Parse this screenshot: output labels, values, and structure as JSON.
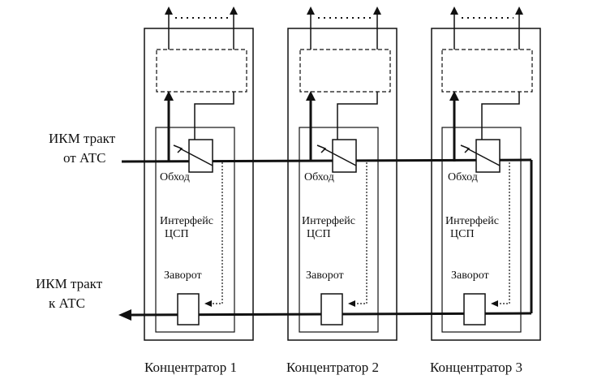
{
  "left_labels": {
    "incoming": [
      "ИКМ тракт",
      "от АТС"
    ],
    "outgoing": [
      "ИКМ тракт",
      "к АТС"
    ]
  },
  "concentrators": [
    {
      "name": "Концентратор 1",
      "bypass_label": "Обход",
      "interface_label": [
        "Интерфейс",
        "ЦСП"
      ],
      "loopback_label": "Заворот"
    },
    {
      "name": "Концентратор 2",
      "bypass_label": "Обход",
      "interface_label": [
        "Интерфейс",
        "ЦСП"
      ],
      "loopback_label": "Заворот"
    },
    {
      "name": "Концентратор 3",
      "bypass_label": "Обход",
      "interface_label": [
        "Интерфейс",
        "ЦСП"
      ],
      "loopback_label": "Заворот"
    }
  ],
  "colors": {
    "ink": "#111111",
    "background": "#ffffff"
  }
}
